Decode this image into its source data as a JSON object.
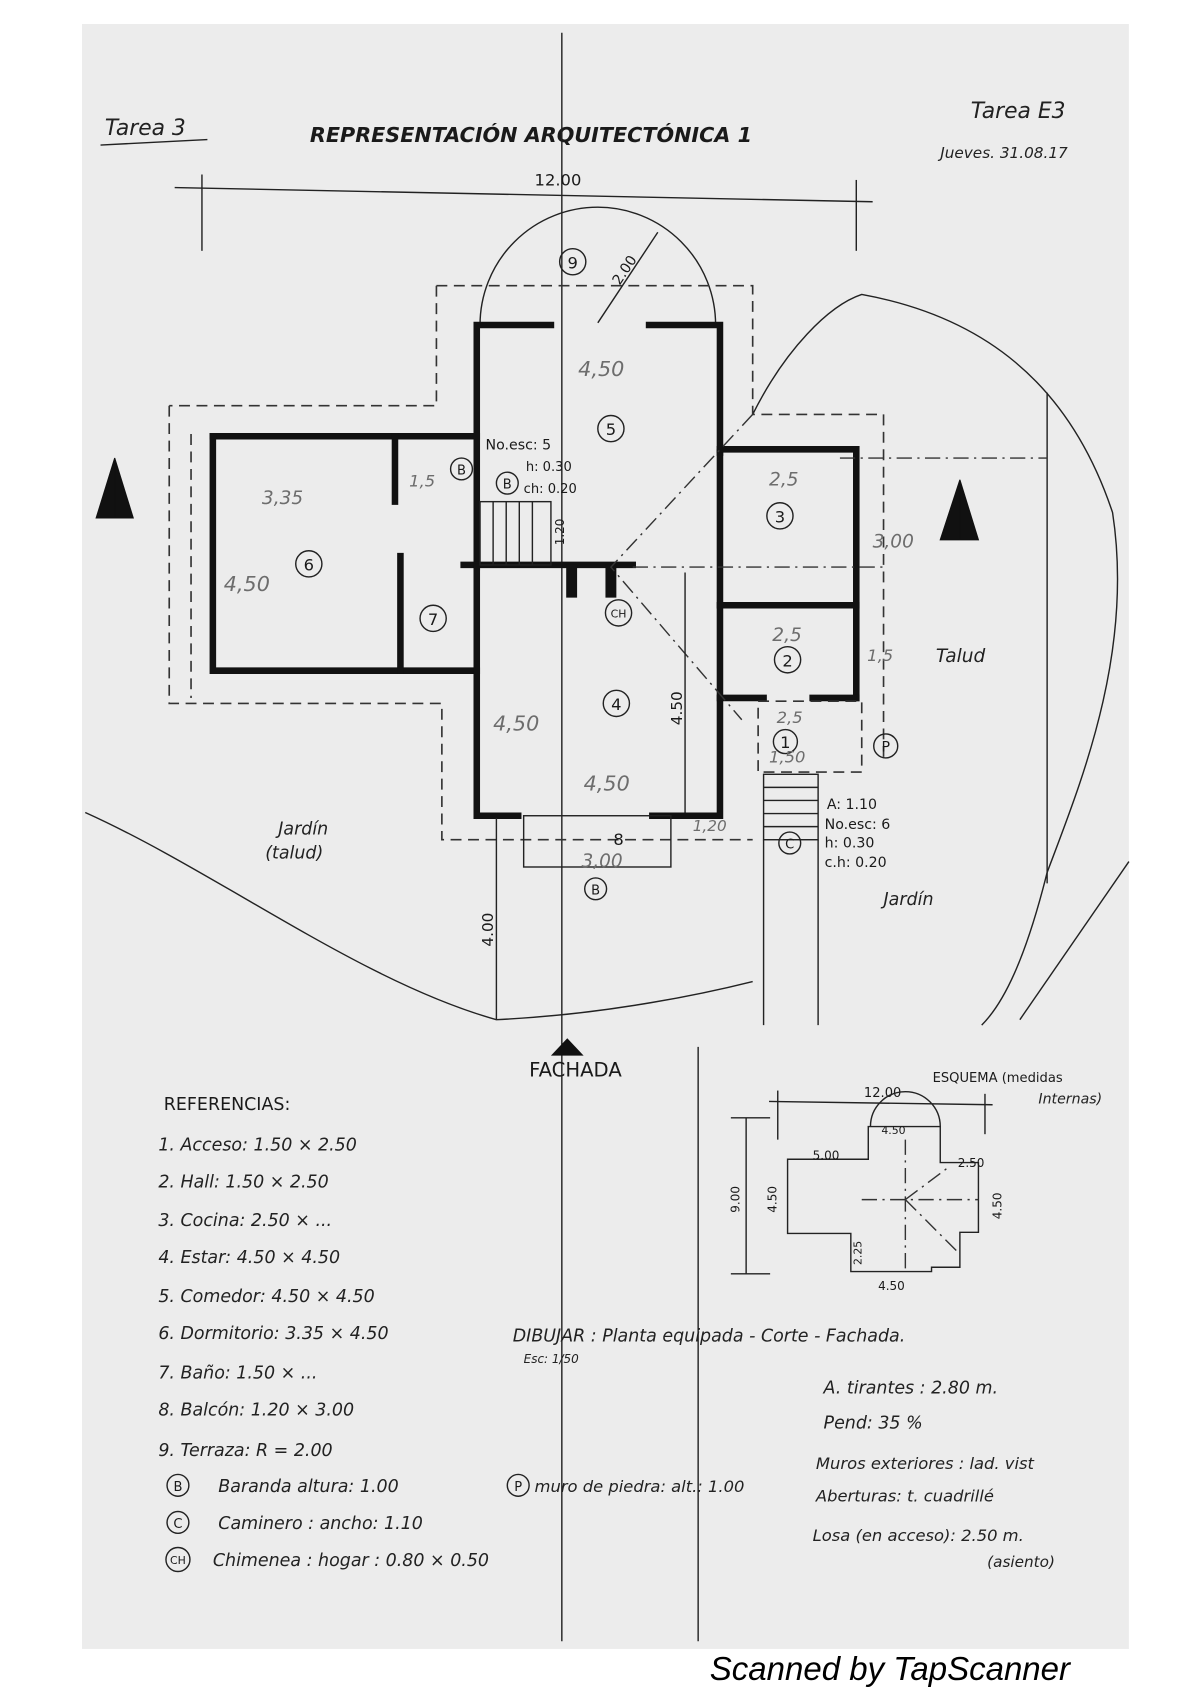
{
  "header": {
    "left_note": "Tarea 3",
    "title": "REPRESENTACIÓN ARQUITECTÓNICA 1",
    "right_note": "Tarea E3",
    "date": "Jueves. 31.08.17"
  },
  "plan": {
    "overall_width": "12.00",
    "terrace_radius": "2.00",
    "rooms": {
      "r1": "1",
      "r2": "2",
      "r3": "3",
      "r4": "4",
      "r5": "5",
      "r6": "6",
      "r7": "7",
      "r8": "8",
      "r9": "9",
      "ch": "CH",
      "p": "P",
      "b1": "B",
      "b2": "B",
      "b3": "B",
      "c": "C"
    },
    "stair_inner": {
      "steps": "No.esc: 5",
      "h": "h: 0.30",
      "ch": "ch: 0.20",
      "width": "1.20"
    },
    "stair_outer": {
      "a": "A: 1.10",
      "steps": "No.esc: 6",
      "h": "h: 0.30",
      "ch": "c.h: 0.20"
    },
    "dim_estar": "4.50",
    "dim_front": "4.00",
    "pencil": {
      "comedor": "4,50",
      "dorm_w": "3,35",
      "dorm_h": "4,50",
      "bath": "1,5",
      "kitchen": "2,5",
      "kitchen_side": "3,00",
      "hall": "2,5",
      "hall_side": "1,5",
      "acceso_w": "2,5",
      "acceso_h": "1,50",
      "estar_h": "4,50",
      "estar_w": "4,50",
      "balcon": "3,00",
      "balcon_d": "1,20"
    },
    "labels": {
      "talud": "Talud",
      "jardin_left": "Jardín",
      "jardin_left_sub": "(talud)",
      "jardin_right": "Jardín",
      "fachada": "FACHADA"
    }
  },
  "references": {
    "title": "REFERENCIAS:",
    "items": [
      "1. Acceso:  1.50 × 2.50",
      "2. Hall:  1.50 × 2.50",
      "3. Cocina: 2.50 × ...",
      "4. Estar:  4.50 × 4.50",
      "5. Comedor: 4.50 × 4.50",
      "6. Dormitorio: 3.35 × 4.50",
      "7. Baño:  1.50 × ...",
      "8. Balcón: 1.20 × 3.00",
      "9. Terraza: R = 2.00"
    ],
    "symbols": [
      {
        "mark": "B",
        "text": "Baranda altura: 1.00"
      },
      {
        "mark": "C",
        "text": "Caminero : ancho: 1.10"
      },
      {
        "mark": "CH",
        "text": "Chimenea : hogar : 0.80 × 0.50"
      }
    ],
    "p_symbol": {
      "mark": "P",
      "text": "muro de piedra: alt.: 1.00"
    }
  },
  "schema": {
    "title": "ESQUEMA (medidas",
    "title2": "Internas)",
    "total": "12.00",
    "height": "9.00",
    "terrace": "4.50",
    "left_w": "5.00",
    "left_h": "4.50",
    "right_w": "2.50",
    "right_h": "4.50",
    "bottom_h": "2.25",
    "bottom_w": "4.50"
  },
  "notes": {
    "dibujar": "DIBUJAR : Planta equipada - Corte - Fachada.",
    "escala": "Esc: 1/50",
    "tirantes": "A. tirantes : 2.80 m.",
    "pendiente": "Pend: 35 %",
    "muros": "Muros exteriores : lad. vist",
    "aberturas": "Aberturas: t. cuadrillé",
    "losa": "Losa (en acceso): 2.50 m.",
    "asiento": "(asiento)"
  },
  "footer": "Scanned by TapScanner"
}
